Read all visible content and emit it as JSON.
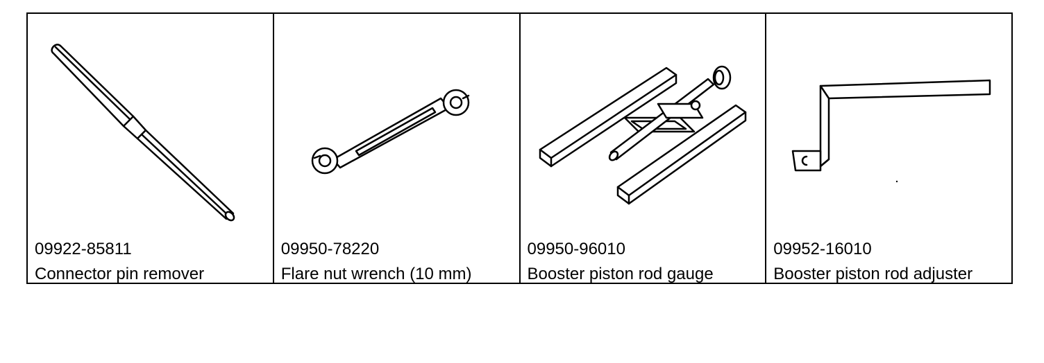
{
  "tools": [
    {
      "code": "09922-85811",
      "name": "Connector pin remover",
      "icon": "connector-pin-remover-icon"
    },
    {
      "code": "09950-78220",
      "name": "Flare nut wrench (10 mm)",
      "icon": "flare-nut-wrench-icon"
    },
    {
      "code": "09950-96010",
      "name": "Booster piston rod gauge",
      "icon": "booster-piston-rod-gauge-icon"
    },
    {
      "code": "09952-16010",
      "name": "Booster piston rod adjuster",
      "icon": "booster-piston-rod-adjuster-icon"
    }
  ]
}
